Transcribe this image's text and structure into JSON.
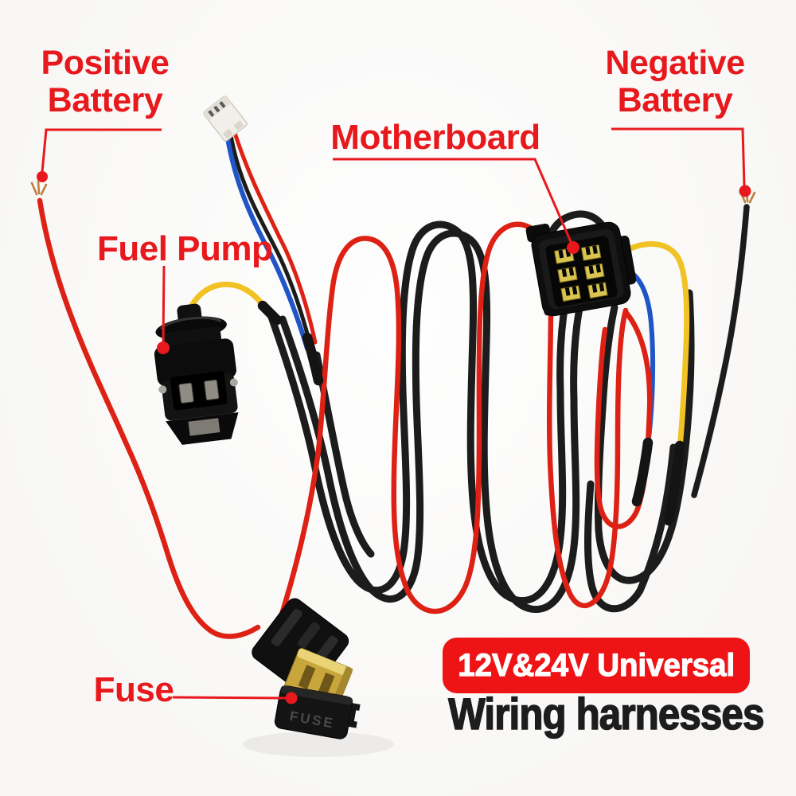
{
  "labels": {
    "positive_battery": {
      "line1": "Positive",
      "line2": "Battery"
    },
    "negative_battery": {
      "line1": "Negative",
      "line2": "Battery"
    },
    "motherboard": "Motherboard",
    "fuel_pump": "Fuel Pump",
    "fuse": "Fuse"
  },
  "badge": {
    "line1": "12V&24V Universal",
    "line2": "Wiring harnesses"
  },
  "fuse_holder": {
    "embossed_text": "FUSE"
  },
  "colors": {
    "label_red": "#e8191d",
    "badge_red": "#ee1416",
    "subtitle_black": "#1d1d1d",
    "wire_red": "#dd2114",
    "wire_black": "#1c1c1c",
    "wire_yellow": "#f0c223",
    "wire_blue": "#2055c8",
    "terminal_brass": "#d9c44f",
    "connector_white": "#f1efe9",
    "fuse_gold": "#c9a63b",
    "copper": "#bf7d3e"
  }
}
